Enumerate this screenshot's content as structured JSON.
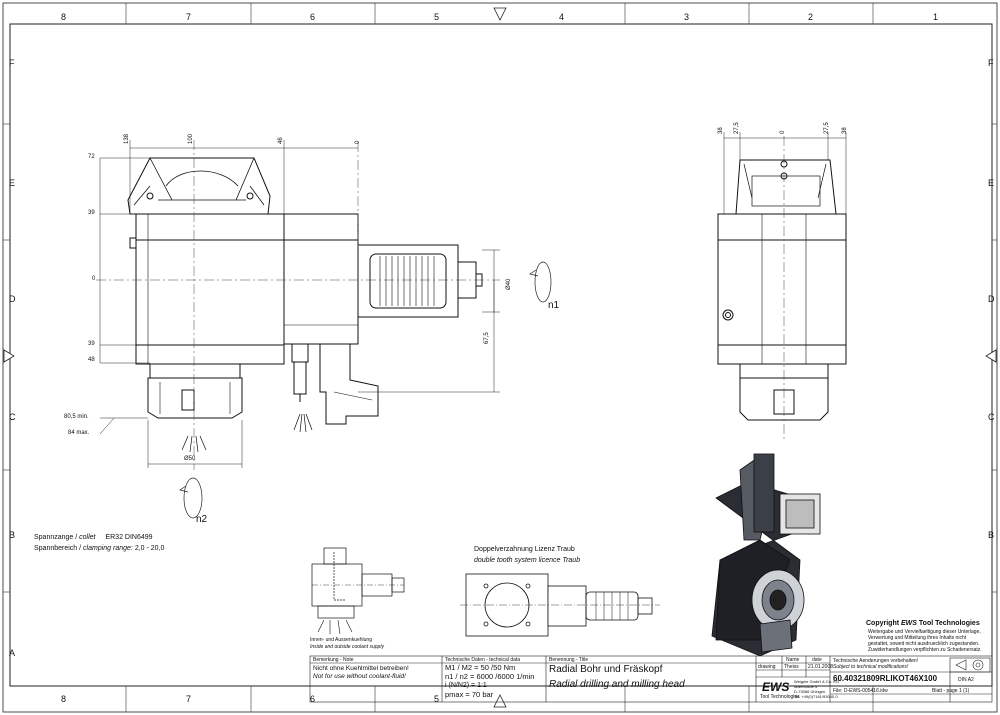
{
  "grid": {
    "columns": [
      "8",
      "7",
      "6",
      "5",
      "4",
      "3",
      "2",
      "1"
    ],
    "rows": [
      "F",
      "E",
      "D",
      "C",
      "B",
      "A"
    ]
  },
  "front_view": {
    "dims_top": [
      "138",
      "100",
      "46",
      "0"
    ],
    "dims_left": [
      "72",
      "39",
      "0",
      "39",
      "48"
    ],
    "dims_min_max": [
      "80,5 min.",
      "84 max."
    ],
    "dim_diameter_50": "Ø50",
    "dim_diameter_40": "Ø40",
    "dim_67_5": "67,5",
    "rotation_n1": "n1",
    "rotation_n2": "n2"
  },
  "side_view": {
    "dims_top": [
      "38",
      "27,5",
      "0",
      "27,5",
      "38"
    ]
  },
  "collet_spec": {
    "line1_de": "Spannzange /",
    "line1_en": "collet",
    "line1_value": "ER32    DIN6499",
    "line2_de": "Spannbereich /",
    "line2_en": "clamping range:",
    "line2_value": "2,0 - 20,0"
  },
  "coolant_caption": {
    "de": "Innen- und Aussenkuehlung",
    "en": "Inside and outside coolant supply"
  },
  "gear_caption": {
    "de": "Doppelverzahnung Lizenz Traub",
    "en": "double tooth system licence Traub"
  },
  "copyright": {
    "prefix": "Copyright",
    "brand": "EWS",
    "suffix": "Tool Technologies",
    "lines": [
      "Weitergabe und Vervielfaeltigung dieser Unterlage,",
      "Verwertung und Mitteilung ihres Inhalts nicht",
      "gestattet, soweit nicht ausdruecklich zugestanden.",
      "Zuwiderhandlungen verpflichten zu Schadenersatz."
    ]
  },
  "title_block": {
    "note_header": "Bemerkung - Note",
    "note_de": "Nicht ohne Kuehlmittel betreiben!",
    "note_en": "Not for use without coolant-fluid!",
    "tech_header": "Technische Daten - technical data",
    "torque": "M1 / M2 = 50 /50  Nm",
    "speed": "n1 / n2 = 6000 /6000  1/min",
    "ratio": "i (N/N2) = 1:1",
    "pressure": "pmax    = 70  bar",
    "name_header": "Benennung - Title",
    "name_de": "Radial Bohr und Fräskopf",
    "name_en": "Radial drilling and milling head",
    "row_labels": [
      "drawing",
      "Name",
      "date"
    ],
    "drawn_by": "Theiss",
    "date": "21.01.2008",
    "company": "EWS",
    "company_sub": "Tool Technologies",
    "company_address": [
      "Weigele GmbH & Co. KG",
      "Maierhalde 4",
      "D-73066 Uhingen",
      "Tel. +49(0)7161/93040-0"
    ],
    "change_de": "Technische Aenderungen vorbehalten!",
    "change_en": "Subject to technical modifications!",
    "part_number": "60.40321809RLIKOT46X100",
    "format": "DIN A2",
    "file": "File: D-EWS-005416.idw",
    "sheet": "Blatt - page  1 (1)"
  }
}
